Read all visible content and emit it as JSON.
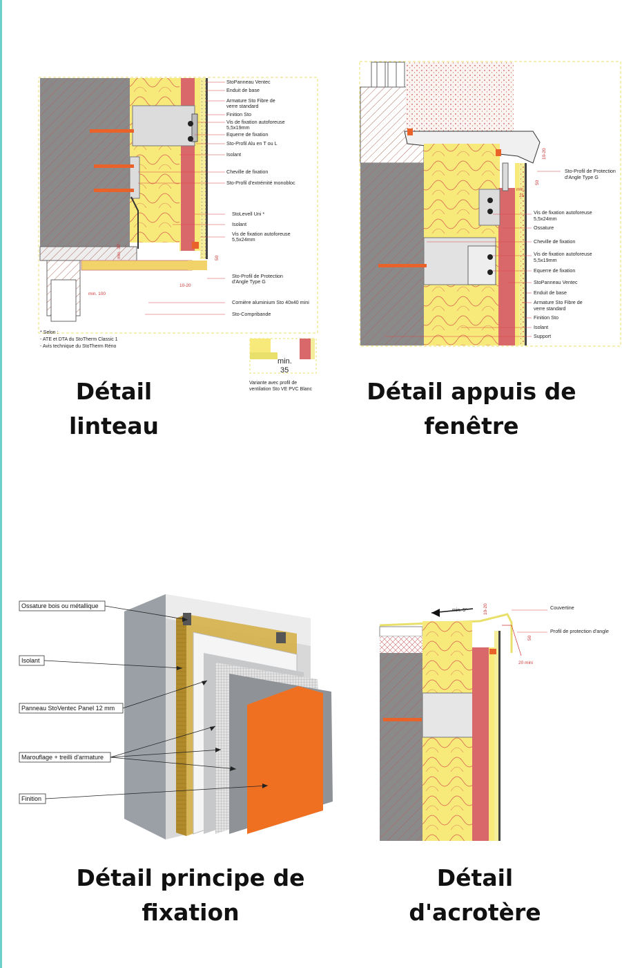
{
  "colors": {
    "concrete": "#8a8a8a",
    "insulation": "#f7ea7a",
    "board": "#d9686a",
    "render": "#f4ee9a",
    "dowel": "#e8622a",
    "orange_finish": "#f07022",
    "teal_edge": "#6ccfcb"
  },
  "linteau": {
    "caption": "Détail linteau",
    "labels": [
      "StoPanneau Ventec",
      "Enduit de base",
      "Armature Sto Fibre de",
      "verre standard",
      "Finition Sto",
      "Vis de fixation autoforeuse",
      "5,5x19mm",
      "Equerre de fixation",
      "Sto-Profil Alu en T ou L",
      "Isolant",
      "Cheville de fixation",
      "Sto-Profil d'extrémité monobloc",
      "StoLevell Uni *",
      "Isolant",
      "Vis de fixation autoforeuse",
      "5,5x24mm",
      "Sto-Profil de Protection",
      "d'Angle Type G",
      "Cornière aluminium Sto 40x40 mini",
      "Sto-Compribande"
    ],
    "dims": {
      "d50": "50",
      "d1020": "10-20",
      "min100": "min. 100",
      "min30": "min. 30"
    },
    "notes": [
      "* Selon :",
      "- ATE et DTA du StoTherm Classic 1",
      "- Avis technique du StoTherm Réno"
    ],
    "variant": {
      "min": "min.",
      "val": "35",
      "line1": "Variante avec profil de",
      "line2": "ventilation Sto VE PVC Blanc"
    }
  },
  "appuis": {
    "caption_line1": "Détail appuis de",
    "caption_line2": "fenêtre",
    "labels": [
      "Sto-Profil de Protection",
      "d'Angle Type G",
      "Vis de fixation autoforeuse",
      "5,5x24mm",
      "Ossature",
      "Cheville de fixation",
      "Vis de fixation autoforeuse",
      "5,5x19mm",
      "Equerre de fixation",
      "StoPanneau Ventec",
      "Enduit de base",
      "Armature Sto Fibre de",
      "verre standard",
      "Finition Sto",
      "Isolant",
      "Support"
    ],
    "dims": {
      "d1020": "10-20",
      "d50": "50",
      "min": "min.",
      "d25": "25"
    }
  },
  "fixation": {
    "caption_line1": "Détail principe de",
    "caption_line2": "fixation",
    "labels": [
      "Ossature bois ou métallique",
      "Isolant",
      "Panneau StoVentec Panel 12 mm",
      "Marouflage + treilli d'armature",
      "Finition"
    ]
  },
  "acrotere": {
    "caption": "Détail d'acrotère",
    "labels": [
      "Couvertine",
      "Profil de protection d'angle"
    ],
    "dims": {
      "slope": "min. 5°",
      "d1020": "10-20",
      "d50": "50",
      "d20": "20 mini"
    }
  }
}
